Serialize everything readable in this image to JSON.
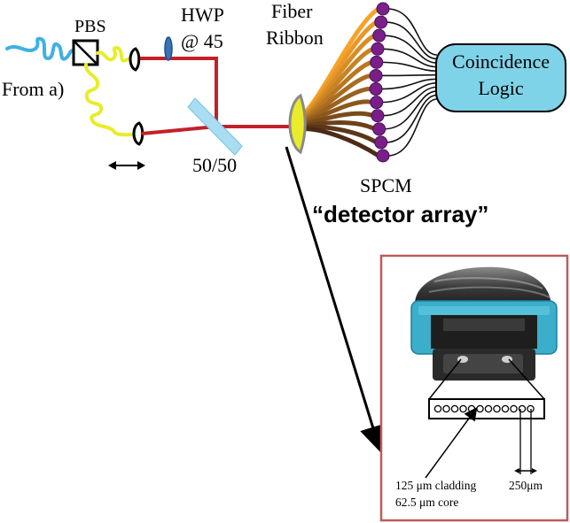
{
  "labels": {
    "pbs": "PBS",
    "hwp_line1": "HWP",
    "hwp_line2": "@ 45",
    "fiber_line1": "Fiber",
    "fiber_line2": "Ribbon",
    "from": "From a)",
    "beamsplitter": "50/50",
    "spcm": "SPCM",
    "detector_array": "“detector array”",
    "coincidence_line1": "Coincidence",
    "coincidence_line2": "Logic",
    "cladding": "125 μm cladding",
    "core": "62.5 μm core",
    "pitch": "250μm"
  },
  "colors": {
    "beam": "#c3202a",
    "input_fiber": "#3fb0e3",
    "yellow_fiber": "#e8ec2a",
    "spcm": "#7a1f8a",
    "logic_fill": "#7fd3e8",
    "detail_border": "#c05a5a",
    "connector": "#3aaecb",
    "fiber_ribbon_gradient": [
      "#f6a32a",
      "#5a2c12"
    ]
  },
  "detector_count": 12,
  "ribbon_fiber_count": 12
}
